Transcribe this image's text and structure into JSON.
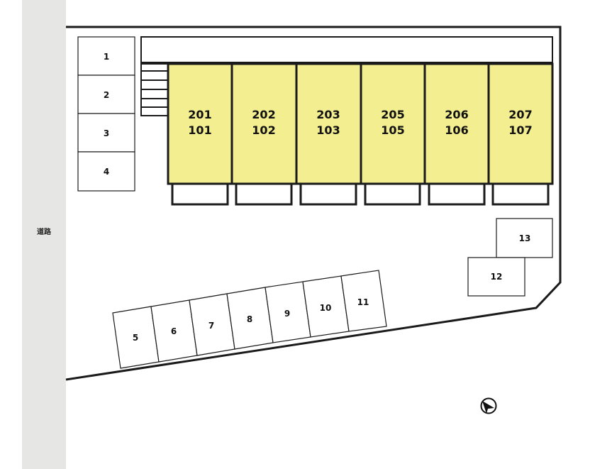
{
  "road": {
    "label": "道路",
    "color": "#e6e6e4"
  },
  "colors": {
    "unit_fill": "#f3ee90",
    "stroke": "#1a1a1a",
    "background": "#ffffff"
  },
  "units": [
    {
      "upper": "201",
      "lower": "101"
    },
    {
      "upper": "202",
      "lower": "102"
    },
    {
      "upper": "203",
      "lower": "103"
    },
    {
      "upper": "205",
      "lower": "105"
    },
    {
      "upper": "206",
      "lower": "106"
    },
    {
      "upper": "207",
      "lower": "107"
    }
  ],
  "parking": {
    "left_column": [
      "1",
      "2",
      "3",
      "4"
    ],
    "diagonal_row": [
      "5",
      "6",
      "7",
      "8",
      "9",
      "10",
      "11"
    ],
    "right_group": [
      "13",
      "12"
    ]
  },
  "compass": {
    "icon": "north-arrow-icon"
  }
}
